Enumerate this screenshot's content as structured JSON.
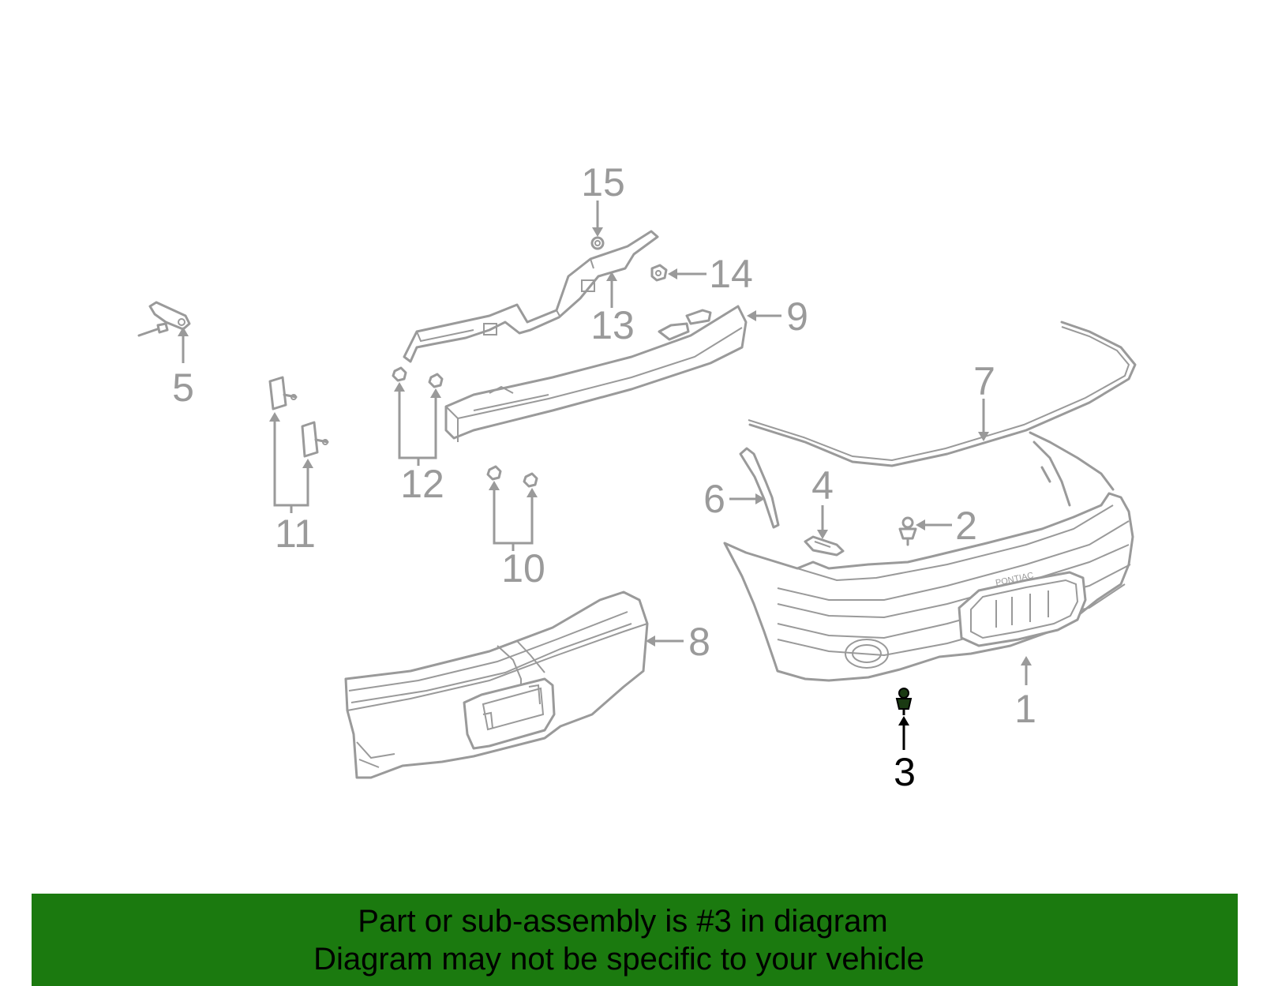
{
  "diagram": {
    "callouts": {
      "c1": "1",
      "c2": "2",
      "c3": "3",
      "c4": "4",
      "c5": "5",
      "c6": "6",
      "c7": "7",
      "c8": "8",
      "c9": "9",
      "c10": "10",
      "c11": "11",
      "c12": "12",
      "c13": "13",
      "c14": "14",
      "c15": "15"
    },
    "brand_emblem": "PONTIAC",
    "highlighted_part": "3",
    "highlight_color": "#000000",
    "part_color": "#9a9a9a"
  },
  "banner": {
    "line1": "Part or sub-assembly is #3 in diagram",
    "line2": "Diagram may not be specific to your vehicle",
    "background": "#1b7a0f"
  }
}
